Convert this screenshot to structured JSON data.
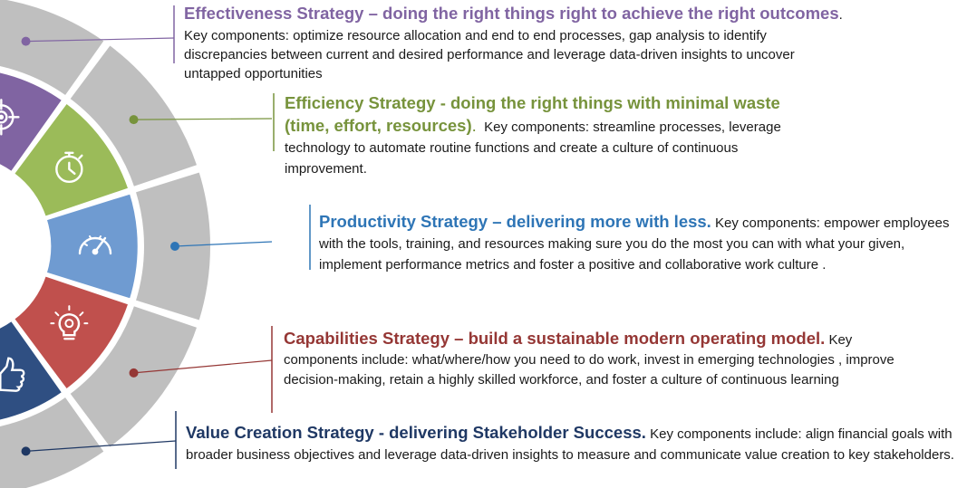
{
  "strategies": [
    {
      "key": "effectiveness",
      "color": "#8064a2",
      "icon": "target-icon",
      "title": "Effectiveness Strategy – doing the right things right to achieve the right outcomes",
      "title_suffix": ".",
      "body": "Key components:  optimize resource allocation and end to end processes, gap analysis to identify discrepancies between current and desired performance and leverage data-driven insights to uncover untapped opportunities"
    },
    {
      "key": "efficiency",
      "color": "#77933c",
      "icon": "stopwatch-icon",
      "title": "Efficiency Strategy - doing the right things with minimal waste (time, effort, resources)",
      "title_suffix": ".",
      "body": "Key components: streamline processes, leverage technology to automate routine functions and create a culture of continuous improvement."
    },
    {
      "key": "productivity",
      "color": "#2e75b6",
      "icon": "speedometer-icon",
      "title": "Productivity Strategy – delivering more with less.",
      "title_suffix": "",
      "body": "Key components:  empower employees with the tools, training, and resources making sure you do the most you can with what your given, implement performance metrics and foster a positive and collaborative work culture ."
    },
    {
      "key": "capabilities",
      "color": "#953735",
      "icon": "lightbulb-gear-icon",
      "title": "Capabilities Strategy – build a sustainable modern operating model.",
      "title_suffix": "",
      "body": "Key components include: what/where/how you need to do work, invest in emerging technologies , improve decision-making, retain a highly skilled workforce, and foster a culture of continuous learning"
    },
    {
      "key": "value-creation",
      "color": "#1f3864",
      "icon": "thumbs-up-icon",
      "title": "Value Creation Strategy -  delivering Stakeholder Success.",
      "title_suffix": "",
      "body": "Key components include:  align financial goals with broader business objectives and leverage data-driven insights to measure and communicate value creation to key stakeholders."
    }
  ],
  "segment_fills": [
    "#8064a2",
    "#9bbb59",
    "#6f9bd1",
    "#c0504d",
    "#2f4f82"
  ]
}
